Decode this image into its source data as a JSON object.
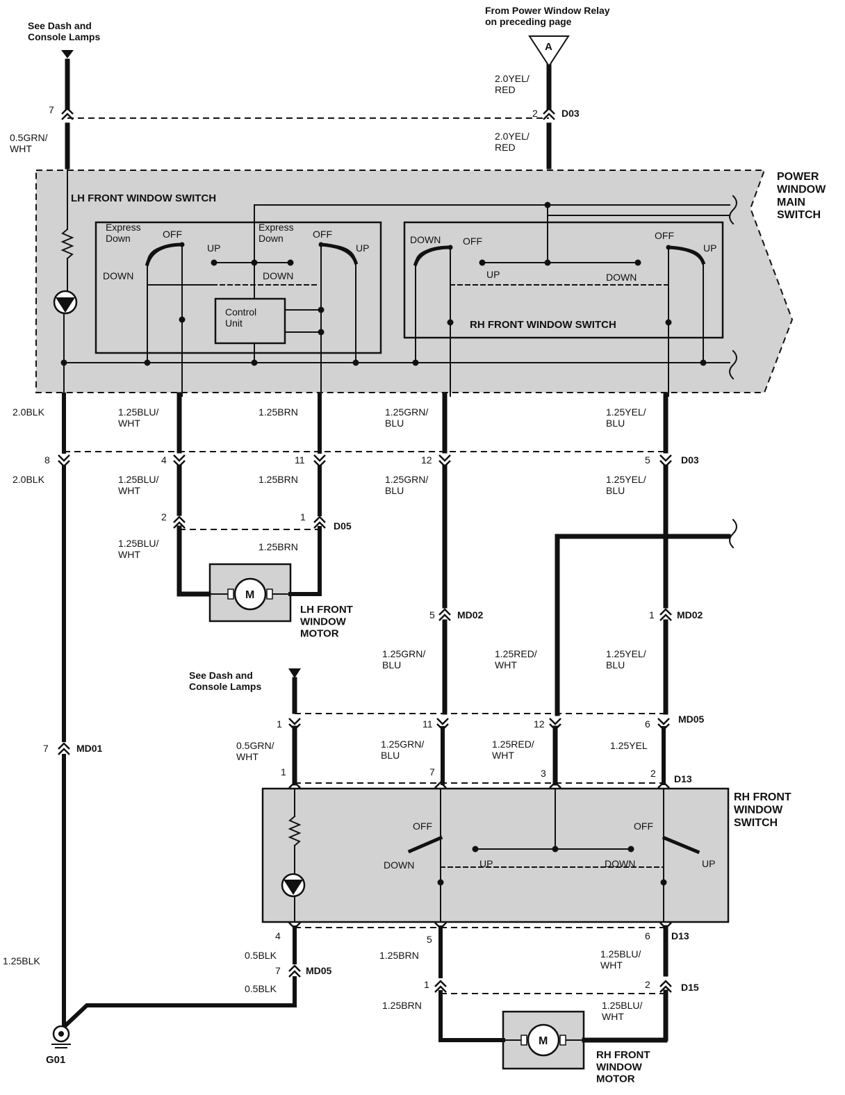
{
  "sources": {
    "top_left": "See Dash and\nConsole Lamps",
    "top_right": "From Power Window Relay\non preceding page",
    "mid": "See Dash and\nConsole Lamps",
    "connector_a": "A"
  },
  "components": {
    "main_switch": "POWER\nWINDOW\nMAIN\nSWITCH",
    "lh_switch": "LH FRONT WINDOW SWITCH",
    "rh_switch_in_main": "RH FRONT WINDOW SWITCH",
    "control_unit": "Control\nUnit",
    "lh_motor": "LH FRONT\nWINDOW\nMOTOR",
    "rh_switch": "RH FRONT\nWINDOW\nSWITCH",
    "rh_motor": "RH FRONT\nWINDOW\nMOTOR",
    "ground": "G01",
    "motor_symbol": "M"
  },
  "switch_labels": {
    "express_down": "Express\nDown",
    "off": "OFF",
    "up": "UP",
    "down": "DOWN"
  },
  "wires": {
    "yel_red": "2.0YEL/\nRED",
    "grn_wht_05": "0.5GRN/\nWHT",
    "blk_20": "2.0BLK",
    "blu_wht": "1.25BLU/\nWHT",
    "brn": "1.25BRN",
    "grn_blu": "1.25GRN/\nBLU",
    "yel_blu": "1.25YEL/\nBLU",
    "red_wht": "1.25RED/\nWHT",
    "yel": "1.25YEL",
    "blk_125": "1.25BLK",
    "blk_05": "0.5BLK"
  },
  "connectors": {
    "d03": "D03",
    "d05": "D05",
    "md02": "MD02",
    "md01": "MD01",
    "md05": "MD05",
    "d13": "D13",
    "d15": "D15"
  },
  "pins": {
    "p1": "1",
    "p2": "2",
    "p3": "3",
    "p4": "4",
    "p5": "5",
    "p6": "6",
    "p7": "7",
    "p8": "8",
    "p11": "11",
    "p12": "12"
  }
}
